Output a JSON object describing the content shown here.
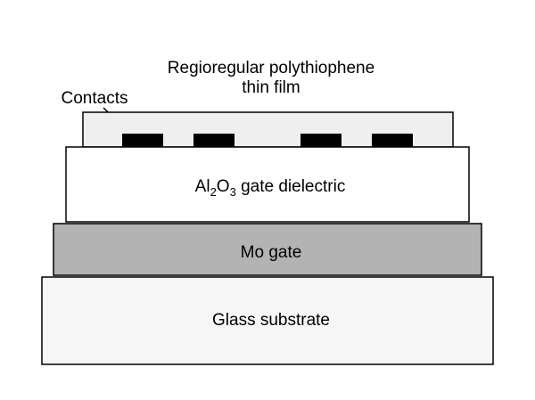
{
  "diagram": {
    "film_label_line1": "Regioregular polythiophene",
    "film_label_line2": "thin film",
    "contacts_label": "Contacts",
    "dielectric_label": {
      "a": "Al",
      "sub1": "2",
      "b": "O",
      "sub2": "3",
      "rest": " gate dielectric"
    },
    "gate_label": "Mo gate",
    "substrate_label": "Glass substrate",
    "colors": {
      "outline": "#000000",
      "film_fill": "#efefef",
      "dielectric_fill": "#ffffff",
      "gate_fill": "#b3b3b3",
      "substrate_fill": "#f6f6f6",
      "contact_fill": "#000000"
    },
    "contact_count": 4
  }
}
